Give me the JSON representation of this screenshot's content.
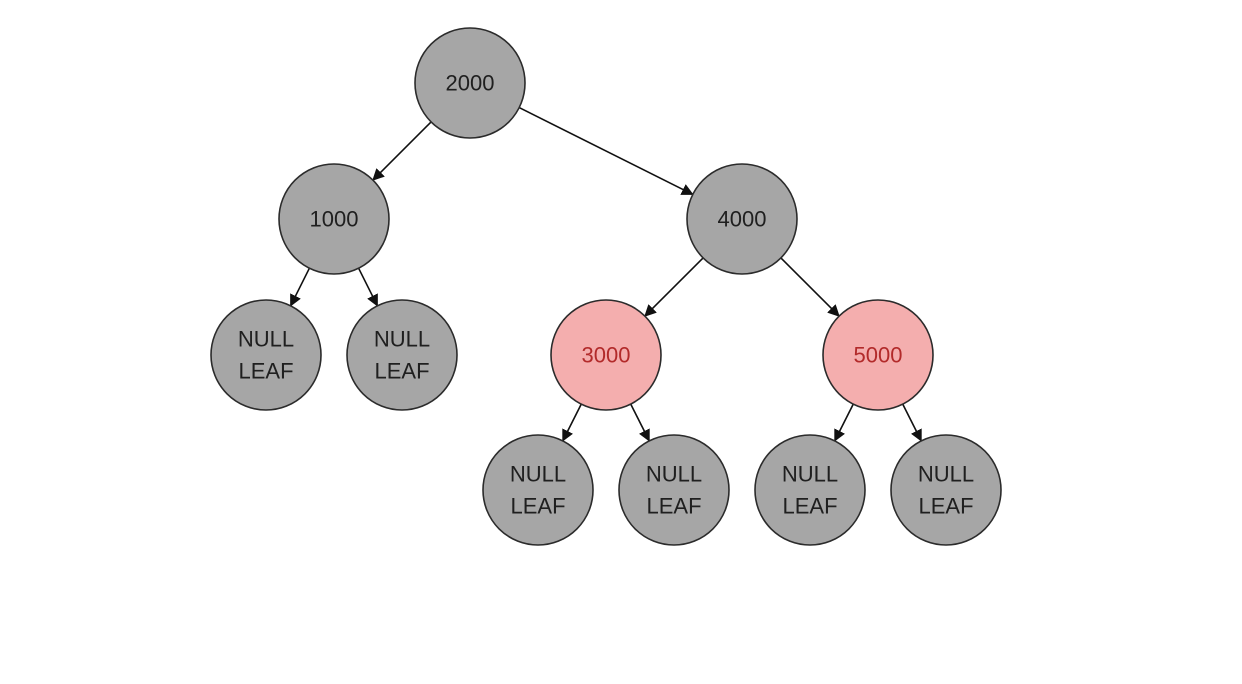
{
  "colors": {
    "black_fill": "#a6a6a6",
    "black_text": "#1f1f1f",
    "red_fill": "#f4aeae",
    "red_stroke": "#b22a2a",
    "red_text": "#b22a2a",
    "edge": "#111111"
  },
  "nodes": [
    {
      "id": "n2000",
      "label": [
        "2000"
      ],
      "color": "black"
    },
    {
      "id": "n1000",
      "label": [
        "1000"
      ],
      "color": "black"
    },
    {
      "id": "n4000",
      "label": [
        "4000"
      ],
      "color": "black"
    },
    {
      "id": "nl1",
      "label": [
        "NULL",
        "LEAF"
      ],
      "color": "black"
    },
    {
      "id": "nl2",
      "label": [
        "NULL",
        "LEAF"
      ],
      "color": "black"
    },
    {
      "id": "n3000",
      "label": [
        "3000"
      ],
      "color": "red"
    },
    {
      "id": "n5000",
      "label": [
        "5000"
      ],
      "color": "red"
    },
    {
      "id": "nl3",
      "label": [
        "NULL",
        "LEAF"
      ],
      "color": "black"
    },
    {
      "id": "nl4",
      "label": [
        "NULL",
        "LEAF"
      ],
      "color": "black"
    },
    {
      "id": "nl5",
      "label": [
        "NULL",
        "LEAF"
      ],
      "color": "black"
    },
    {
      "id": "nl6",
      "label": [
        "NULL",
        "LEAF"
      ],
      "color": "black"
    }
  ],
  "edges": [
    {
      "from": "n2000",
      "to": "n1000"
    },
    {
      "from": "n2000",
      "to": "n4000"
    },
    {
      "from": "n1000",
      "to": "nl1"
    },
    {
      "from": "n1000",
      "to": "nl2"
    },
    {
      "from": "n4000",
      "to": "n3000"
    },
    {
      "from": "n4000",
      "to": "n5000"
    },
    {
      "from": "n3000",
      "to": "nl3"
    },
    {
      "from": "n3000",
      "to": "nl4"
    },
    {
      "from": "n5000",
      "to": "nl5"
    },
    {
      "from": "n5000",
      "to": "nl6"
    }
  ]
}
